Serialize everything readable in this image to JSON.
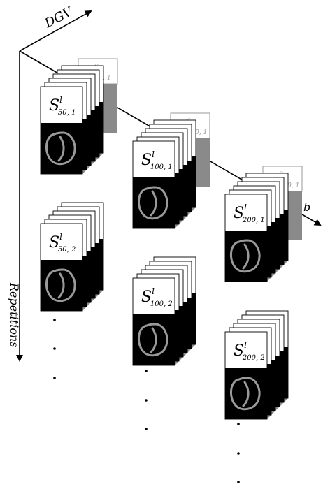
{
  "axes": {
    "dgv_label": "DGV",
    "b_label": "b",
    "repetitions_label": "Repetitions"
  },
  "colors": {
    "front_card_dark": "#000000",
    "back_card_gray": "#8a8a8a",
    "shadow_label_gray": "#9a9a9a",
    "axis": "#000000"
  },
  "stacks": [
    {
      "id": "s50-1",
      "label_main": "S",
      "label_sup": "l",
      "label_sub": "50, 1",
      "shadow_main": "S",
      "shadow_sup": "6",
      "shadow_sub": "50, 1"
    },
    {
      "id": "s100-1",
      "label_main": "S",
      "label_sup": "l",
      "label_sub": "100, 1",
      "shadow_main": "S",
      "shadow_sup": "6",
      "shadow_sub": "100, 1"
    },
    {
      "id": "s200-1",
      "label_main": "S",
      "label_sup": "l",
      "label_sub": "200, 1",
      "shadow_main": "S",
      "shadow_sup": "6",
      "shadow_sub": "200, 1"
    },
    {
      "id": "s50-2",
      "label_main": "S",
      "label_sup": "l",
      "label_sub": "50, 2"
    },
    {
      "id": "s100-2",
      "label_main": "S",
      "label_sup": "l",
      "label_sub": "100, 2"
    },
    {
      "id": "s200-2",
      "label_main": "S",
      "label_sup": "l",
      "label_sub": "200, 2"
    }
  ]
}
